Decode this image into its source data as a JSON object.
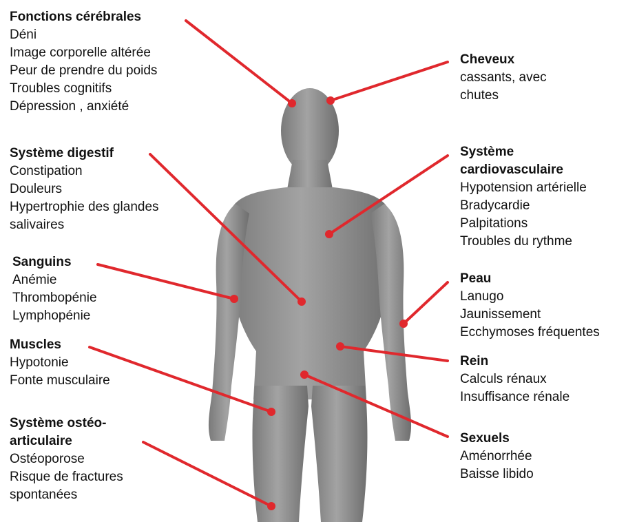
{
  "colors": {
    "connector": "#e0282d",
    "body_fill": "#8e8e8e",
    "body_shade": "#6f6f6f",
    "text": "#111111"
  },
  "groups": [
    {
      "id": "cerebral",
      "title": [
        "Fonctions cérébrales"
      ],
      "items": [
        "Déni",
        "Image corporelle altérée",
        "Peur de prendre du poids",
        "Troubles cognitifs",
        "Dépression , anxiété"
      ]
    },
    {
      "id": "digestif",
      "title": [
        "Système digestif"
      ],
      "items": [
        "Constipation",
        "Douleurs",
        "Hypertrophie des glandes",
        "salivaires"
      ]
    },
    {
      "id": "sanguins",
      "title": [
        "Sanguins"
      ],
      "items": [
        "Anémie",
        "Thrombopénie",
        "Lymphopénie"
      ]
    },
    {
      "id": "muscles",
      "title": [
        "Muscles"
      ],
      "items": [
        "Hypotonie",
        "Fonte musculaire"
      ]
    },
    {
      "id": "osteo",
      "title": [
        "Système ostéo-",
        "articulaire"
      ],
      "items": [
        "Ostéoporose",
        "Risque de fractures",
        "spontanées"
      ]
    },
    {
      "id": "cheveux",
      "title": [
        "Cheveux"
      ],
      "items": [
        "cassants, avec",
        "chutes"
      ]
    },
    {
      "id": "cardio",
      "title": [
        "Système",
        "cardiovasculaire"
      ],
      "items": [
        "Hypotension artérielle",
        "Bradycardie",
        "Palpitations",
        "Troubles du rythme"
      ]
    },
    {
      "id": "peau",
      "title": [
        "Peau"
      ],
      "items": [
        "Lanugo",
        "Jaunissement",
        "Ecchymoses fréquentes"
      ]
    },
    {
      "id": "rein",
      "title": [
        "Rein"
      ],
      "items": [
        "Calculs rénaux",
        "Insuffisance rénale"
      ]
    },
    {
      "id": "sexuels",
      "title": [
        "Sexuels"
      ],
      "items": [
        "Aménorrhée",
        "Baisse libido"
      ]
    }
  ]
}
